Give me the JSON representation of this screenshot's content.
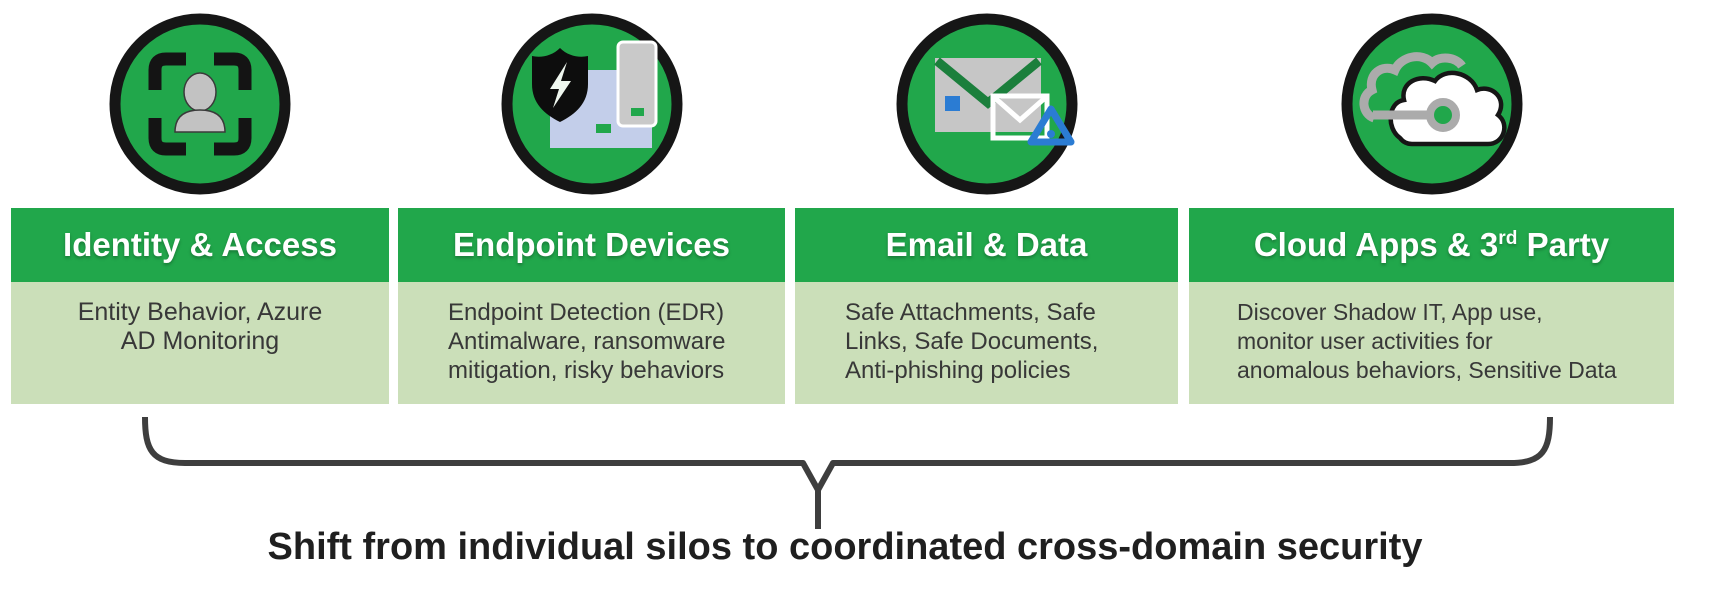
{
  "colors": {
    "header_green": "#21A74B",
    "body_light_green": "#CBDFB9",
    "icon_ring_black": "#161616",
    "brace_gray": "#3E3E3E",
    "body_text_gray": "#383838",
    "caption_black": "#1F1F1F",
    "person_gray": "#C2C2C2",
    "device_periwinkle": "#C3CEEA",
    "device_gray": "#C9C9C9",
    "envelope_gray": "#C6C6C6",
    "envelope_flap_green": "#1B7F3C",
    "accent_blue": "#2B7CD3",
    "cloud_outline_gray": "#ABABAB"
  },
  "columns": [
    {
      "icon": "identity-scan-icon",
      "header": "Identity & Access",
      "body": "Entity Behavior, Azure\nAD Monitoring"
    },
    {
      "icon": "endpoint-shield-icon",
      "header": "Endpoint Devices",
      "body": "Endpoint Detection (EDR)\nAntimalware, ransomware\nmitigation, risky behaviors"
    },
    {
      "icon": "email-alert-icon",
      "header": "Email & Data",
      "body": "Safe Attachments, Safe\nLinks, Safe Documents,\nAnti-phishing policies"
    },
    {
      "icon": "cloud-connected-icon",
      "header_prefix": "Cloud Apps & 3",
      "header_superscript": "rd",
      "header_suffix": " Party",
      "body": "Discover Shadow IT, App use,\nmonitor user activities for\nanomalous behaviors, Sensitive Data"
    }
  ],
  "footer": {
    "caption": "Shift from individual silos to coordinated cross-domain security"
  }
}
